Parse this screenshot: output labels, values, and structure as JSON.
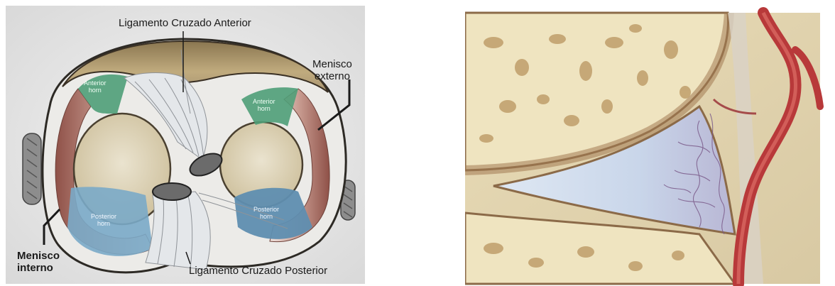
{
  "left_figure": {
    "labels": {
      "acl": "Ligamento Cruzado Anterior",
      "pcl": "Ligamento Cruzado Posterior",
      "menisco_externo": [
        "Menisco",
        "externo"
      ],
      "menisco_interno": [
        "Menisco",
        "interno"
      ]
    },
    "horns": {
      "medial_anterior": [
        "Anterior",
        "horn"
      ],
      "lateral_anterior": [
        "Anterior",
        "horn"
      ],
      "medial_posterior": [
        "Posterior",
        "horn"
      ],
      "lateral_posterior": [
        "Posterior",
        "horn"
      ]
    }
  },
  "right_figure": {},
  "colors": {
    "tibia_bone": "#b59f72",
    "meniscus_red": "#a86b5e",
    "horn_green": "#4f9e78",
    "horn_blue": "#7aaac8",
    "ligament_white": "#e4e7ea",
    "artery_red": "#b8393a"
  }
}
